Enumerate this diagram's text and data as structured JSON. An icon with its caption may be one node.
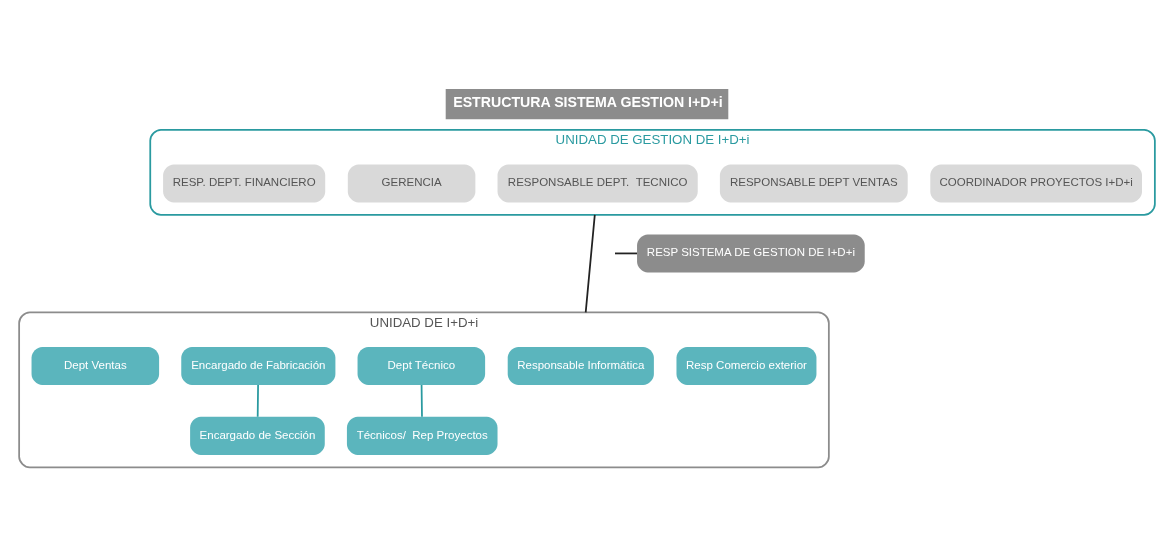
{
  "diagram": {
    "title": "ESTRUCTURA SISTEMA GESTION I+D+i",
    "nodes": [
      {
        "text": [
          "UNIDAD DE GESTION DE I+D+i"
        ]
      },
      {
        "text": [
          "RESP. DEPT. FINANCIERO"
        ],
        "in": 0
      },
      {
        "text": [
          "GERENCIA"
        ],
        "in": 0
      },
      {
        "text": [
          "RESPONSABLE DEPT.  TECNICO"
        ],
        "in": 0
      },
      {
        "text": [
          "RESPONSABLE DEPT VENTAS"
        ],
        "in": 0
      },
      {
        "text": [
          "COORDINADOR PROYECTOS I+D+i"
        ],
        "in": 0
      },
      {
        "text": [
          "RESP SISTEMA DE GESTION DE I+D+i"
        ]
      },
      {
        "text": [
          "UNIDAD DE I+D+i"
        ]
      },
      {
        "text": [
          "Dept Ventas"
        ],
        "in": 7
      },
      {
        "text": [
          "Encargado de Fabricación"
        ],
        "in": 7
      },
      {
        "text": [
          "Dept Técnico"
        ],
        "in": 7
      },
      {
        "text": [
          "Responsable Informática"
        ],
        "in": 7
      },
      {
        "text": [
          "Resp Comercio exterior"
        ],
        "in": 7
      },
      {
        "text": [
          "Encargado de Sección"
        ],
        "in": 7
      },
      {
        "text": [
          "Técnicos/  Rep Proyectos"
        ],
        "in": 7
      }
    ],
    "edges": [
      {
        "from": 0,
        "to": 7,
        "arrow": "none"
      },
      {
        "from": null,
        "to": 6,
        "arrow": "none"
      },
      {
        "from": 9,
        "to": 13,
        "arrow": "none",
        "color": "#2a9aa0"
      },
      {
        "from": 10,
        "to": 14,
        "arrow": "none",
        "color": "#2a9aa0"
      }
    ]
  }
}
